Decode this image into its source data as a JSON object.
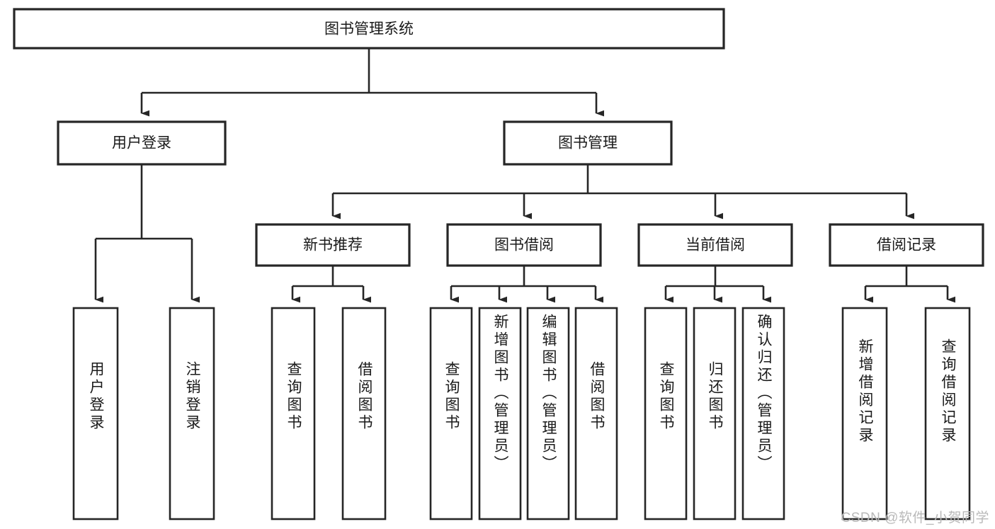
{
  "diagram": {
    "title": "图书管理系统",
    "type": "tree",
    "orientation": "top-down",
    "root": {
      "label": "图书管理系统"
    },
    "level2": [
      {
        "label": "用户登录"
      },
      {
        "label": "图书管理"
      }
    ],
    "level3": [
      {
        "label": "新书推荐"
      },
      {
        "label": "图书借阅"
      },
      {
        "label": "当前借阅"
      },
      {
        "label": "借阅记录"
      }
    ],
    "leaves": [
      {
        "label": "用户登录",
        "parent": "用户登录"
      },
      {
        "label": "注销登录",
        "parent": "用户登录"
      },
      {
        "label": "查询图书",
        "parent": "新书推荐"
      },
      {
        "label": "借阅图书",
        "parent": "新书推荐"
      },
      {
        "label": "查询图书",
        "parent": "图书借阅"
      },
      {
        "label": "新增图书（管理员）",
        "parent": "图书借阅"
      },
      {
        "label": "编辑图书（管理员）",
        "parent": "图书借阅"
      },
      {
        "label": "借阅图书",
        "parent": "图书借阅"
      },
      {
        "label": "查询图书",
        "parent": "当前借阅"
      },
      {
        "label": "归还图书",
        "parent": "当前借阅"
      },
      {
        "label": "确认归还（管理员）",
        "parent": "当前借阅"
      },
      {
        "label": "新增借阅记录",
        "parent": "借阅记录"
      },
      {
        "label": "查询借阅记录",
        "parent": "借阅记录"
      }
    ]
  },
  "watermark": {
    "text": "CSDN @软件_小贺同学"
  },
  "colors": {
    "stroke": "#262626",
    "fill": "#ffffff",
    "text": "#1a1a1a",
    "watermark": "#b9b9b9"
  }
}
